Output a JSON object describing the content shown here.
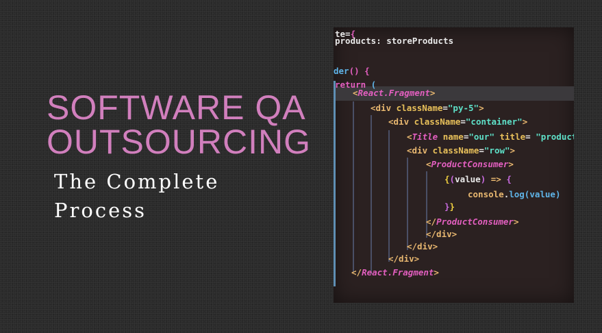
{
  "title": {
    "line1": "SOFTWARE QA",
    "line2": "OUTSOURCING"
  },
  "subtitle": {
    "line1": "The Complete",
    "line2": "Process"
  },
  "code_image": {
    "lines": [
      {
        "indent": 0,
        "tokens": [
          [
            "te=",
            "white"
          ],
          [
            "{",
            "pink"
          ]
        ]
      },
      {
        "indent": 0,
        "tokens": [
          [
            "products: storeProducts",
            "white"
          ]
        ]
      },
      {
        "indent": 0,
        "tokens": [
          [
            "der",
            "blue"
          ],
          [
            "() {",
            "pink"
          ]
        ]
      },
      {
        "indent": 0,
        "tokens": [
          [
            "return",
            "pink"
          ],
          [
            " (",
            "blue"
          ]
        ]
      },
      {
        "indent": 1,
        "tokens": [
          [
            "<",
            "tag"
          ],
          [
            "React.Fragment",
            "pink-italic"
          ],
          [
            ">",
            "tag"
          ]
        ]
      },
      {
        "indent": 2,
        "tokens": [
          [
            "<div ",
            "tag"
          ],
          [
            "className",
            "attr"
          ],
          [
            "=",
            "white"
          ],
          [
            "\"py-5\"",
            "str"
          ],
          [
            ">",
            "tag"
          ]
        ]
      },
      {
        "indent": 3,
        "tokens": [
          [
            "<div ",
            "tag"
          ],
          [
            "className",
            "attr"
          ],
          [
            "=",
            "white"
          ],
          [
            "\"container\"",
            "str"
          ],
          [
            ">",
            "tag"
          ]
        ]
      },
      {
        "indent": 4,
        "tokens": [
          [
            "<",
            "tag"
          ],
          [
            "Title",
            "pink-italic"
          ],
          [
            " name",
            "attr"
          ],
          [
            "=",
            "white"
          ],
          [
            "\"our\"",
            "str"
          ],
          [
            " title",
            "attr"
          ],
          [
            "= ",
            "white"
          ],
          [
            "\"product",
            "str"
          ]
        ]
      },
      {
        "indent": 4,
        "tokens": [
          [
            "<div ",
            "tag"
          ],
          [
            "className",
            "attr"
          ],
          [
            "=",
            "white"
          ],
          [
            "\"row\"",
            "str"
          ],
          [
            ">",
            "tag"
          ]
        ]
      },
      {
        "indent": 5,
        "tokens": [
          [
            "<",
            "tag"
          ],
          [
            "ProductConsumer",
            "pink-italic"
          ],
          [
            ">",
            "tag"
          ]
        ]
      },
      {
        "indent": 6,
        "tokens": [
          [
            "{",
            "yellow"
          ],
          [
            "(",
            "violet"
          ],
          [
            "value",
            "white"
          ],
          [
            ")",
            "violet"
          ],
          [
            " => ",
            "tag"
          ],
          [
            "{",
            "violet"
          ]
        ]
      },
      {
        "indent": 7,
        "tokens": [
          [
            "console",
            "tag"
          ],
          [
            ".",
            "white"
          ],
          [
            "log",
            "blue"
          ],
          [
            "(value)",
            "blue"
          ]
        ]
      },
      {
        "indent": 6,
        "tokens": [
          [
            "}",
            "violet"
          ],
          [
            "}",
            "yellow"
          ]
        ]
      },
      {
        "indent": 5,
        "tokens": [
          [
            "</",
            "tag"
          ],
          [
            "ProductConsumer",
            "pink-italic"
          ],
          [
            ">",
            "tag"
          ]
        ]
      },
      {
        "indent": 5,
        "tokens": [
          [
            "</div>",
            "tag"
          ]
        ]
      },
      {
        "indent": 4,
        "tokens": [
          [
            "</div>",
            "tag"
          ]
        ]
      },
      {
        "indent": 3,
        "tokens": [
          [
            "</div>",
            "tag"
          ]
        ]
      },
      {
        "indent": 1,
        "tokens": [
          [
            "</",
            "tag"
          ],
          [
            "React.Fragment",
            "pink-italic"
          ],
          [
            ">",
            "tag"
          ]
        ]
      }
    ]
  },
  "colors": {
    "background": "#2a2a2a",
    "title_pink": "#d17fbd",
    "subtitle_white": "#ffffff",
    "code_bg": "#2b2121"
  }
}
